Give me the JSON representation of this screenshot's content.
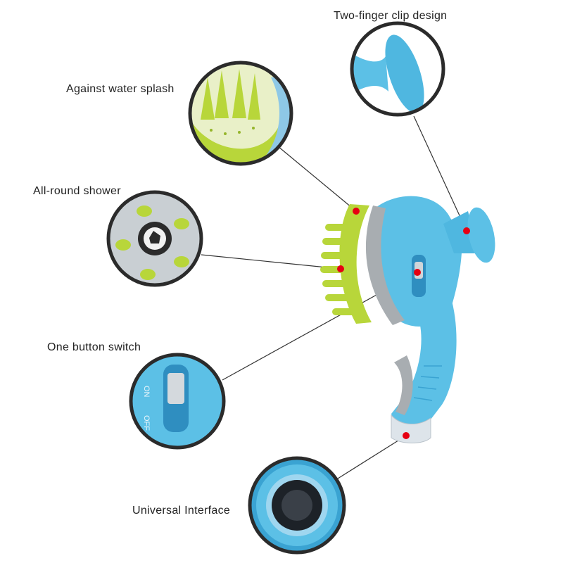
{
  "callouts": [
    {
      "id": "clip",
      "label": "Two-finger clip design"
    },
    {
      "id": "splash",
      "label": "Against water splash"
    },
    {
      "id": "shower",
      "label": "All-round shower"
    },
    {
      "id": "switch",
      "label": "One button switch"
    },
    {
      "id": "iface",
      "label": "Universal Interface"
    }
  ],
  "colors": {
    "body_blue": "#5cc0e6",
    "body_blue_dark": "#3aa3d2",
    "brush_green": "#b8d63a",
    "brush_green_dark": "#95b52a",
    "gray_band": "#a8adb1",
    "marker_red": "#e60012",
    "ring_dark": "#2b2b2b"
  }
}
